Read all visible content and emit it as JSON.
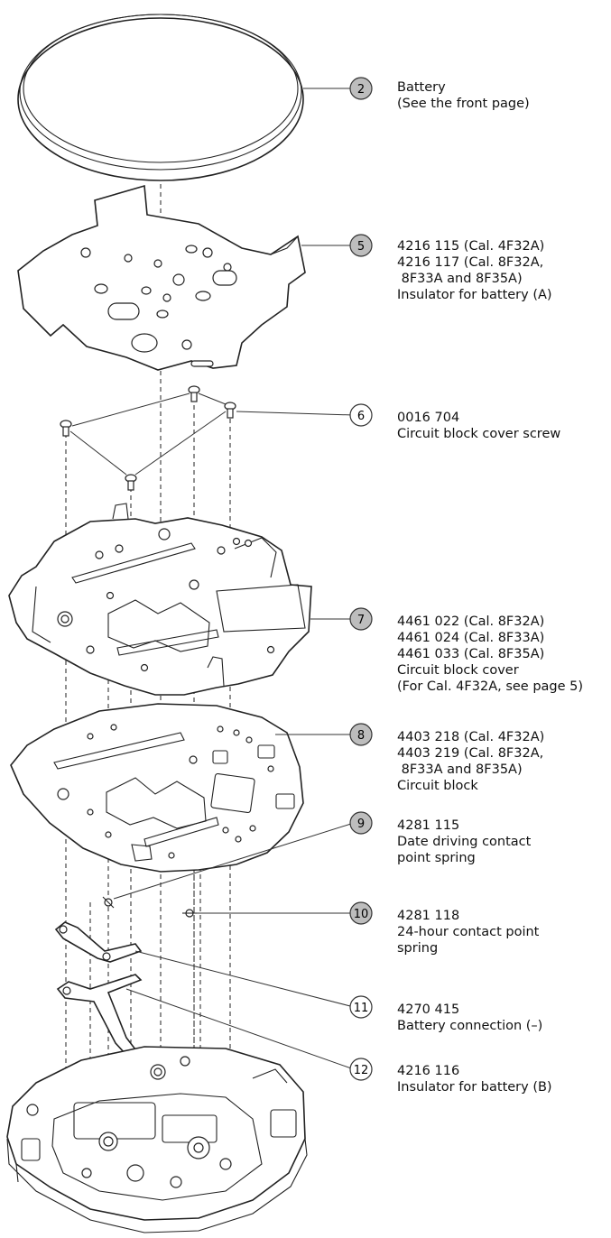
{
  "callouts": [
    {
      "num": "2",
      "shaded": true,
      "lines": [
        "Battery",
        "(See the front page)"
      ]
    },
    {
      "num": "5",
      "shaded": true,
      "lines": [
        "4216 115 (Cal. 4F32A)",
        "4216 117 (Cal. 8F32A,",
        " 8F33A and 8F35A)",
        "Insulator for battery (A)"
      ]
    },
    {
      "num": "6",
      "shaded": false,
      "lines": [
        "0016 704",
        "Circuit block cover screw"
      ]
    },
    {
      "num": "7",
      "shaded": true,
      "lines": [
        "4461 022 (Cal. 8F32A)",
        "4461 024 (Cal. 8F33A)",
        "4461 033 (Cal. 8F35A)",
        "Circuit block cover",
        "(For Cal. 4F32A, see page 5)"
      ]
    },
    {
      "num": "8",
      "shaded": true,
      "lines": [
        "4403 218 (Cal. 4F32A)",
        "4403 219 (Cal. 8F32A,",
        " 8F33A and 8F35A)",
        "Circuit block"
      ]
    },
    {
      "num": "9",
      "shaded": true,
      "lines": [
        "4281 115",
        "Date driving contact",
        "point spring"
      ]
    },
    {
      "num": "10",
      "shaded": true,
      "lines": [
        "4281 118",
        "24-hour contact point",
        "spring"
      ]
    },
    {
      "num": "11",
      "shaded": false,
      "lines": [
        "4270 415",
        "Battery connection (–)"
      ]
    },
    {
      "num": "12",
      "shaded": false,
      "lines": [
        "4216 116",
        "Insulator for battery (B)"
      ]
    }
  ]
}
